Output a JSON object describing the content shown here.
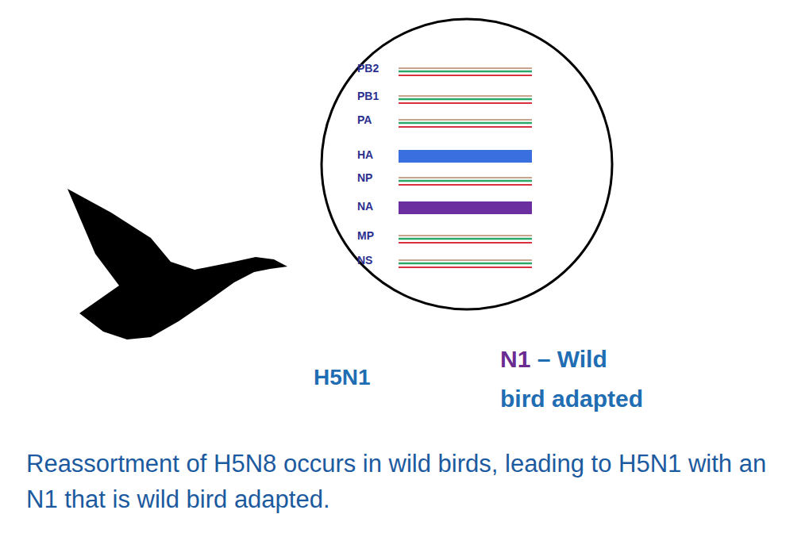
{
  "diagram": {
    "caption": "Reassortment of H5N8 occurs in wild birds, leading to H5N1 with an N1 that is wild bird adapted.",
    "nodes": [
      {
        "text": [
          "PB2",
          "PB1",
          "PA",
          "HA",
          "NP",
          "NA",
          "MP",
          "NS"
        ]
      }
    ],
    "labels": [
      "H5N1",
      "N1",
      "– Wild bird adapted"
    ]
  }
}
